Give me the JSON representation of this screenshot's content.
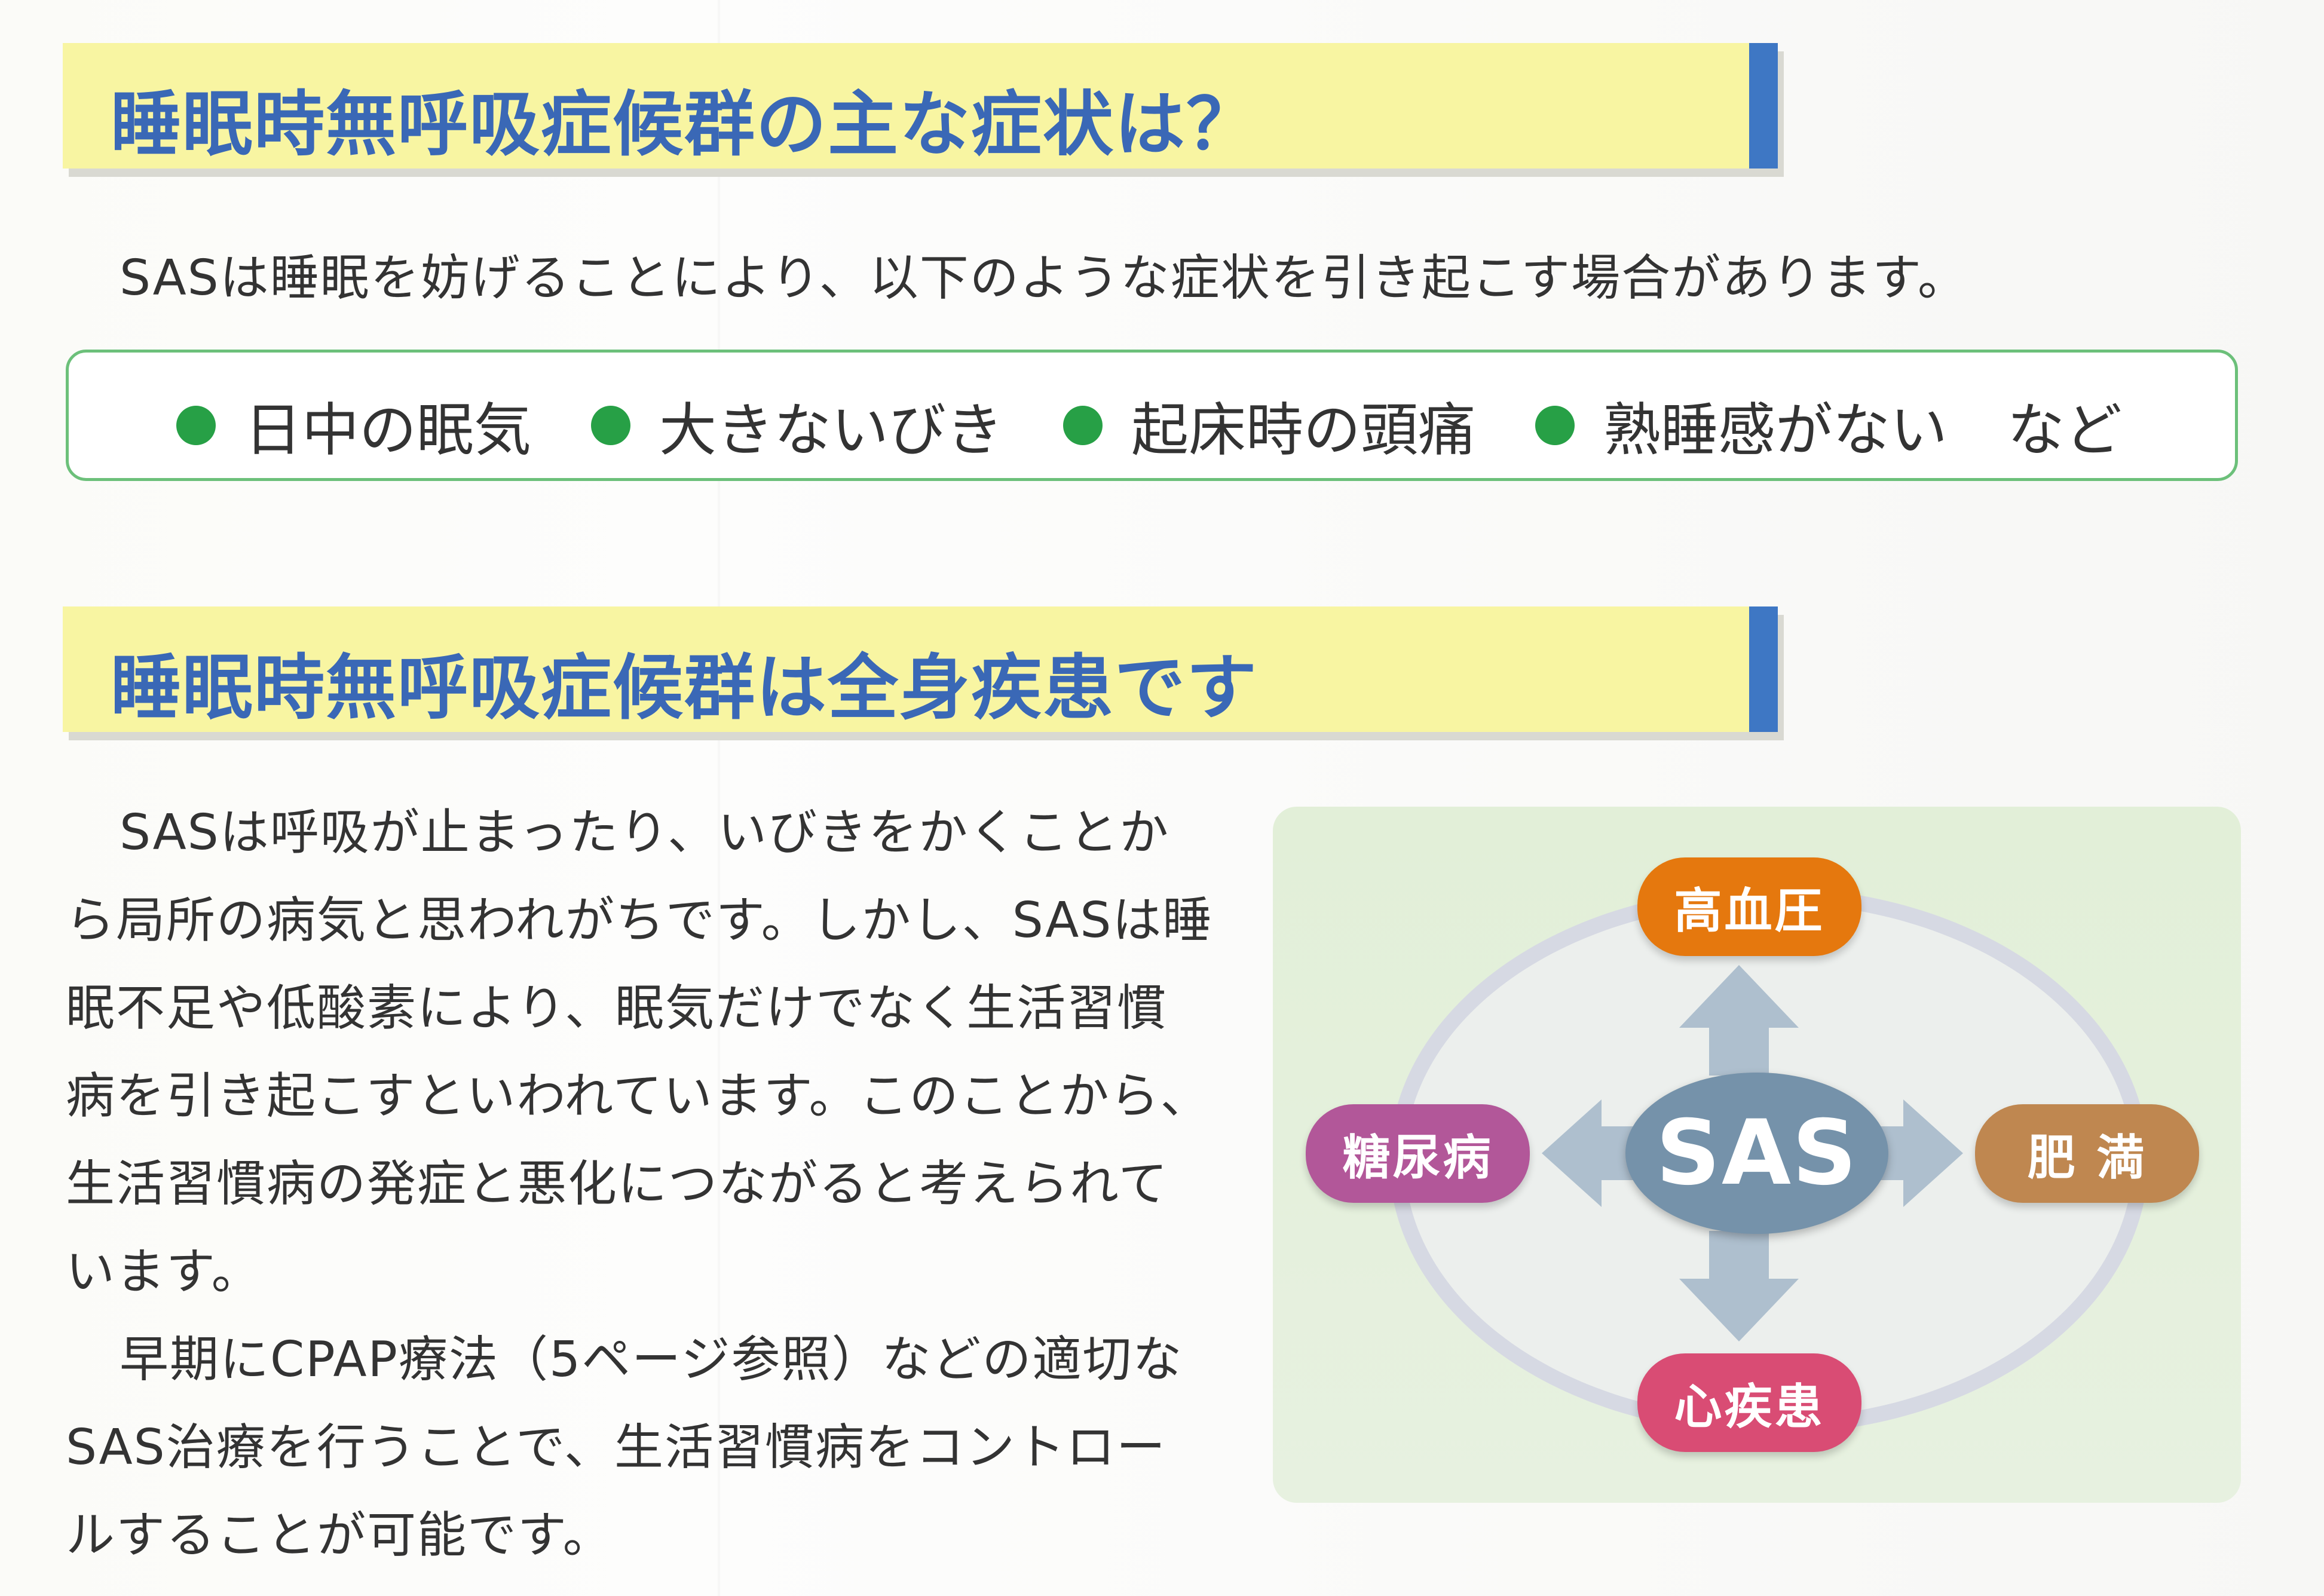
{
  "section1": {
    "heading": "睡眠時無呼吸症候群の主な症状は？",
    "intro": "SASは睡眠を妨げることにより、以下のような症状を引き起こす場合があります。",
    "symptoms": [
      "日中の眠気",
      "大きないびき",
      "起床時の頭痛",
      "熟睡感がない"
    ],
    "symptoms_suffix": "など"
  },
  "section2": {
    "heading": "睡眠時無呼吸症候群は全身疾患です",
    "paragraphs": [
      "SASは呼吸が止まったり、いびきをかくことから局所の病気と思われがちです。しかし、SASは睡眠不足や低酸素により、眠気だけでなく生活習慣病を引き起こすといわれています。このことから、生活習慣病の発症と悪化につながると考えられています。",
      "早期にCPAP療法（5ページ参照）などの適切なSAS治療を行うことで、生活習慣病をコントロールすることが可能です。"
    ]
  },
  "diagram": {
    "center": "SAS",
    "top": "高血圧",
    "right": "肥 満",
    "bottom": "心疾患",
    "left": "糖尿病"
  },
  "colors": {
    "heading_bg": "#f8f5a2",
    "heading_text": "#3a68b6",
    "heading_accent": "#3e77c4",
    "symptom_border": "#6cc07a",
    "bullet": "#27a046",
    "node_top": "#e5780e",
    "node_right": "#bf8750",
    "node_bottom": "#d94c74",
    "node_left": "#b25799",
    "node_center": "#7592aa"
  }
}
